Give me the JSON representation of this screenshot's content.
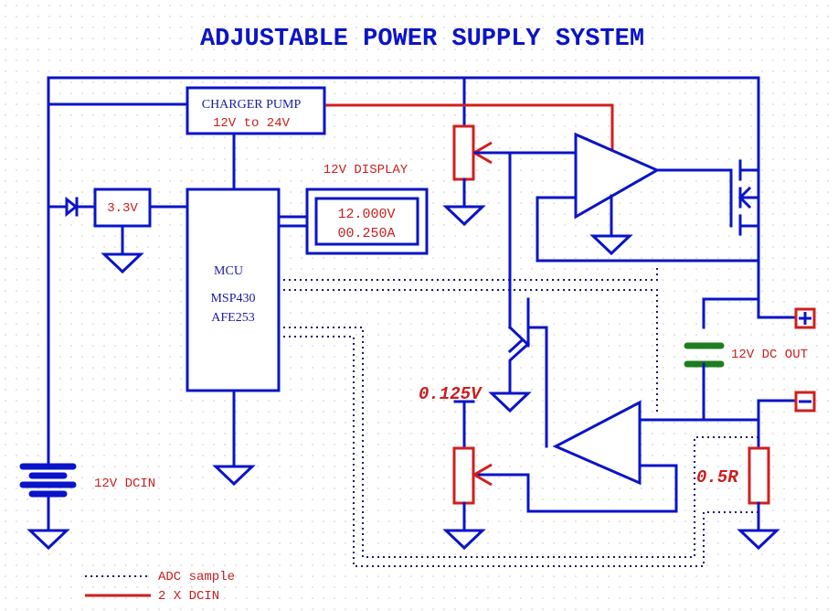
{
  "title": "ADJUSTABLE POWER SUPPLY SYSTEM",
  "colors": {
    "wire": "#0a14c8",
    "high_voltage_wire": "#d21e1e",
    "component_red": "#d21e1e",
    "capacitor": "#1e7d1e",
    "adc_trace": "#1a1a6e",
    "label_red": "#c81e1e",
    "label_blue": "#1a1aa0"
  },
  "blocks": {
    "charger_pump": {
      "name": "CHARGER PUMP",
      "spec": "12V to 24V"
    },
    "regulator": {
      "label": "3.3V"
    },
    "mcu": {
      "line1": "MCU",
      "line2": "MSP430",
      "line3": "AFE253"
    },
    "display": {
      "caption": "12V DISPLAY",
      "voltage": "12.000V",
      "current": "00.250A"
    }
  },
  "labels": {
    "dcin": "12V DCIN",
    "dc_out": "12V DC OUT",
    "ref_voltage": "0.125V",
    "shunt": "0.5R",
    "plus_terminal": "+",
    "minus_terminal": "−"
  },
  "legend": [
    {
      "style": "dotted",
      "label": "ADC sample"
    },
    {
      "style": "solid-red",
      "label": "2 X DCIN"
    }
  ]
}
